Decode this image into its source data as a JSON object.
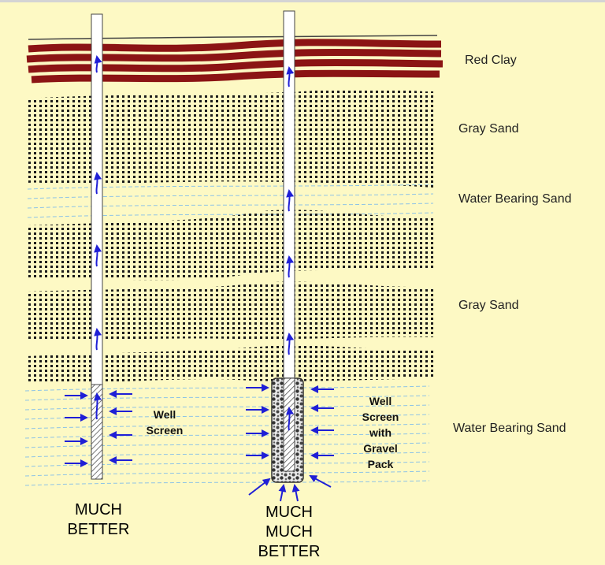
{
  "layers": [
    {
      "label": "Red Clay"
    },
    {
      "label": "Gray Sand"
    },
    {
      "label": "Water Bearing Sand"
    },
    {
      "label": "Gray Sand"
    },
    {
      "label": "Water Bearing Sand"
    }
  ],
  "wells": [
    {
      "screen_label": [
        "Well",
        "Screen"
      ],
      "caption": [
        "MUCH",
        "BETTER"
      ]
    },
    {
      "screen_label": [
        "Well",
        "Screen",
        "with",
        "Gravel",
        "Pack"
      ],
      "caption": [
        "MUCH",
        "MUCH",
        "BETTER"
      ]
    }
  ],
  "colors": {
    "background": "#fdf9c4",
    "clay": "#8b1414",
    "sand_dots": "#1a1a1a",
    "water_lines": "#8ec3e6",
    "arrows": "#1f1fd6",
    "casing": "#ffffff"
  }
}
